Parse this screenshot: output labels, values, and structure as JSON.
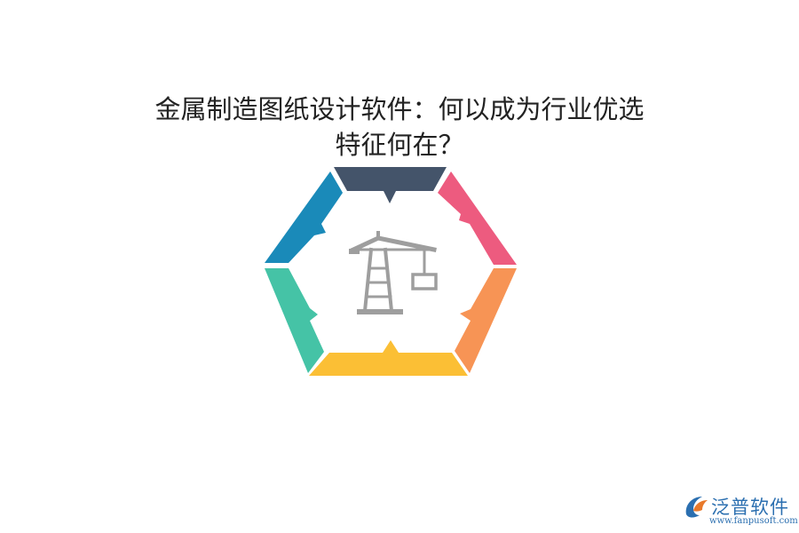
{
  "title": {
    "line1": "金属制造图纸设计软件：何以成为行业优选",
    "line2": "特征何在？"
  },
  "diagram": {
    "center_icon": "crane-icon",
    "segments": [
      {
        "position": "top",
        "color": "#44546a"
      },
      {
        "position": "upper-right",
        "color": "#ed5b7f"
      },
      {
        "position": "lower-right",
        "color": "#f79455"
      },
      {
        "position": "bottom",
        "color": "#fbbf35"
      },
      {
        "position": "lower-left",
        "color": "#45c3a6"
      },
      {
        "position": "upper-left",
        "color": "#1a8ab9"
      }
    ],
    "icon_color": "#9e9e9e"
  },
  "logo": {
    "name": "泛普软件",
    "url": "www.fanpusoft.com",
    "color": "#2b6fb0",
    "accent": "#e8792b"
  }
}
